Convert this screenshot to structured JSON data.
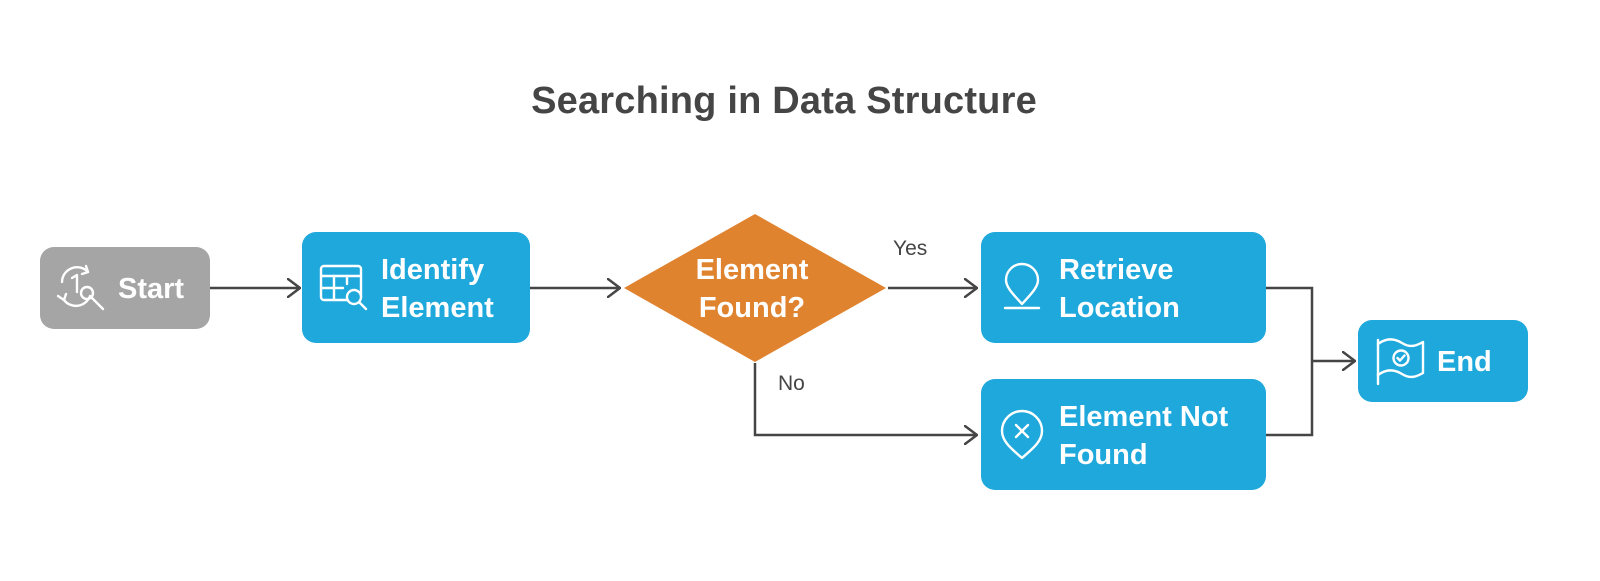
{
  "title": "Searching in Data Structure",
  "colors": {
    "start_gray": "#a5a5a5",
    "process_blue": "#1fa8dc",
    "decision_orange": "#e0832f",
    "line": "#454545",
    "title_text": "#454545"
  },
  "nodes": {
    "start": {
      "label": "Start",
      "icon": "search-refresh-icon"
    },
    "identify": {
      "line1": "Identify",
      "line2": "Element",
      "icon": "table-search-icon"
    },
    "decision": {
      "line1": "Element",
      "line2": "Found?"
    },
    "retrieve": {
      "line1": "Retrieve",
      "line2": "Location",
      "icon": "map-pin-icon"
    },
    "not_found": {
      "line1": "Element Not",
      "line2": "Found",
      "icon": "location-x-icon"
    },
    "end": {
      "label": "End",
      "icon": "flag-check-icon"
    }
  },
  "edges": {
    "yes_label": "Yes",
    "no_label": "No"
  }
}
